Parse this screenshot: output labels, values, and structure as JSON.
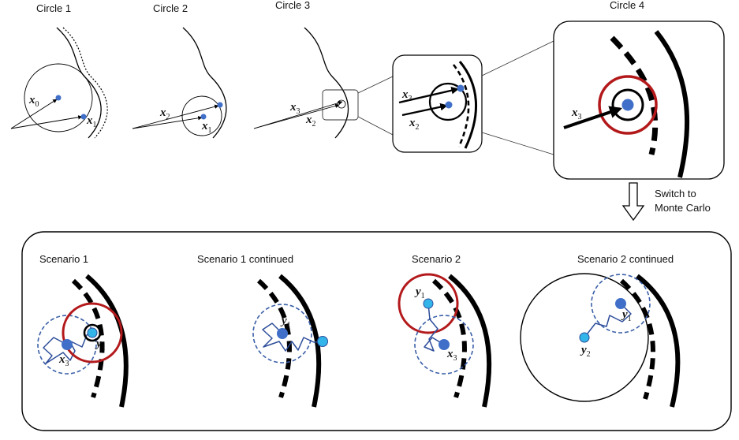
{
  "top_titles": [
    "Circle 1",
    "Circle 2",
    "Circle 3",
    "Circle 4"
  ],
  "switch_label": [
    "Switch to",
    "Monte Carlo"
  ],
  "scenario_titles": [
    "Scenario 1",
    "Scenario 1 continued",
    "Scenario 2",
    "Scenario 2 continued"
  ],
  "symbols": {
    "x": "x",
    "y": "y",
    "sub0": "0",
    "sub1": "1",
    "sub2": "2",
    "sub3": "3"
  },
  "colors": {
    "point": "#3f6fc8",
    "point_light": "#33b5ea",
    "red": "#b3191b",
    "walk": "#2d4d9a",
    "dashed_circle": "#3a5fa8"
  }
}
